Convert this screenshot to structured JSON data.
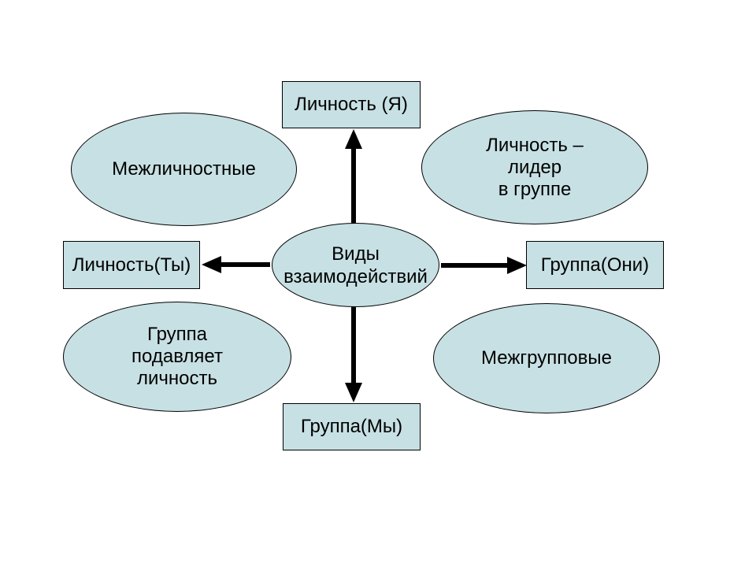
{
  "colors": {
    "shape_fill": "#c7e0e4",
    "shape_border": "#000000",
    "arrow": "#000000",
    "text": "#000000",
    "background": "#ffffff"
  },
  "center_ellipse": {
    "lines": [
      "Виды",
      "взаимодействий"
    ]
  },
  "boxes": {
    "top": {
      "label": "Личность (Я)"
    },
    "left": {
      "label": "Личность(Ты)"
    },
    "right": {
      "label": "Группа(Они)"
    },
    "bottom": {
      "label": "Группа(Мы)"
    }
  },
  "ellipses": {
    "top_left": {
      "lines": [
        "Межличностные"
      ]
    },
    "top_right": {
      "lines": [
        "Личность –",
        "лидер",
        "в группе"
      ]
    },
    "bottom_left": {
      "lines": [
        "Группа",
        "подавляет",
        "личность"
      ]
    },
    "bottom_right": {
      "lines": [
        "Межгрупповые"
      ]
    }
  }
}
